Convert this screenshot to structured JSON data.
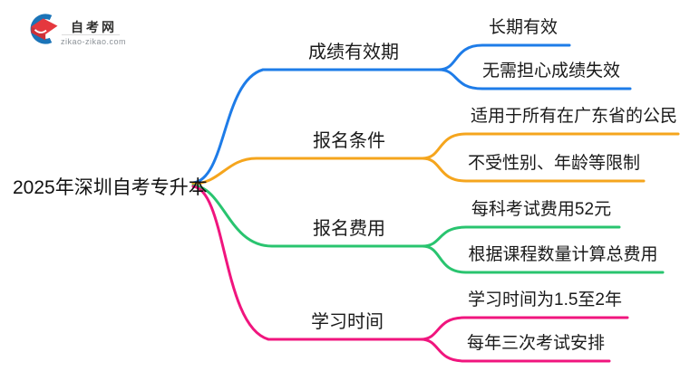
{
  "logo": {
    "title": "自考网",
    "domain": "zikao-zikao.com",
    "icon_blue": "#1B74B8",
    "icon_red": "#E5383E",
    "icon_red_dark": "#CE3137"
  },
  "root": {
    "label": "2025年深圳自考专升本"
  },
  "branches": [
    {
      "label": "成绩有效期",
      "color": "#1E7CE8",
      "children": [
        "长期有效",
        "无需担心成绩失效"
      ]
    },
    {
      "label": "报名条件",
      "color": "#F5A51D",
      "children": [
        "适用于所有在广东省的公民",
        "不受性别、年龄等限制"
      ]
    },
    {
      "label": "报名费用",
      "color": "#29C46F",
      "children": [
        "每科考试费用52元",
        "根据课程数量计算总费用"
      ]
    },
    {
      "label": "学习时间",
      "color": "#F0157E",
      "children": [
        "学习时间为1.5至2年",
        "每年三次考试安排"
      ]
    }
  ]
}
